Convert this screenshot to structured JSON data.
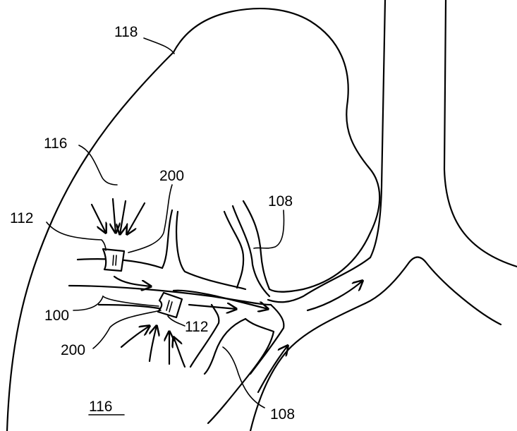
{
  "labels": {
    "l118": "118",
    "l116_top": "116",
    "l200_top": "200",
    "l112_top": "112",
    "l108_top": "108",
    "l100": "100",
    "l200_bottom": "200",
    "l112_bottom": "112",
    "l108_bottom": "108",
    "l116_bottom": "116"
  }
}
